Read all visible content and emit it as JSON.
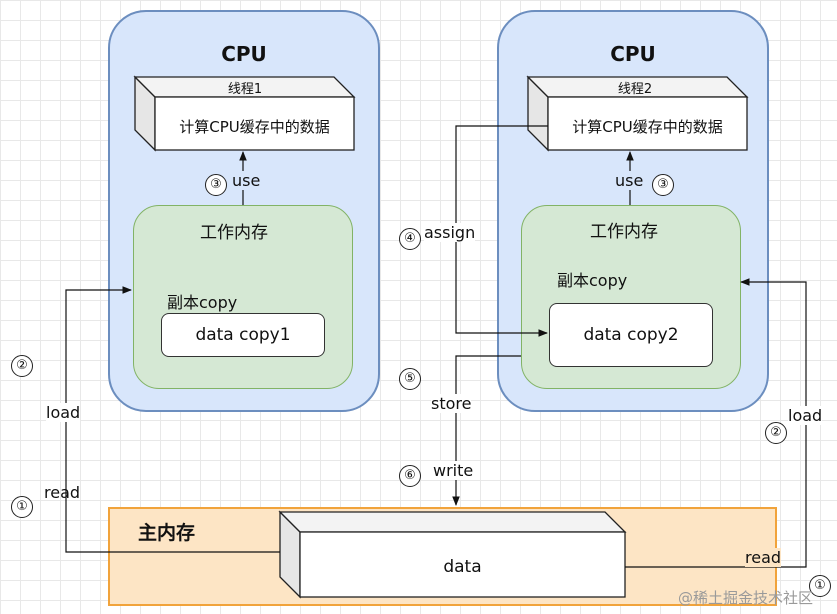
{
  "cpu_left": {
    "title": "CPU",
    "thread_label": "线程1",
    "thread_text": "计算CPU缓存中的数据",
    "working_memory_title": "工作内存",
    "copy_label": "副本copy",
    "copy_value": "data copy1",
    "use_label": "use",
    "use_step": "③"
  },
  "cpu_right": {
    "title": "CPU",
    "thread_label": "线程2",
    "thread_text": "计算CPU缓存中的数据",
    "working_memory_title": "工作内存",
    "copy_label": "副本copy",
    "copy_value": "data copy2",
    "use_label": "use",
    "use_step": "③"
  },
  "left_flow": {
    "load_step": "②",
    "load_label": "load",
    "read_step": "①",
    "read_label": "read"
  },
  "middle_flow": {
    "assign_step": "④",
    "assign_label": "assign",
    "store_step": "⑤",
    "store_label": "store",
    "write_step": "⑥",
    "write_label": "write"
  },
  "right_flow": {
    "load_label": "load",
    "load_step": "②",
    "read_label": "read",
    "read_step": "①"
  },
  "main_memory": {
    "title": "主内存",
    "data_label": "data"
  },
  "watermark": "@稀土掘金技术社区"
}
